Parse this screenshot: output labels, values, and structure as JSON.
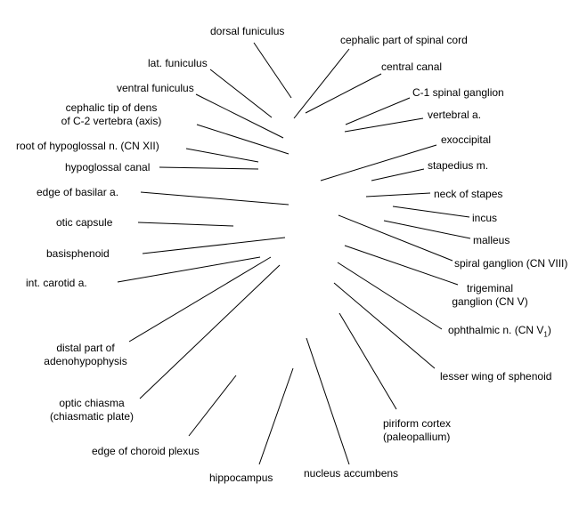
{
  "colors": {
    "background": "#ffffff",
    "line": "#000000",
    "text": "#000000"
  },
  "labels": {
    "dorsal_funiculus": "dorsal funiculus",
    "cephalic_part_spinal_cord": "cephalic part of spinal cord",
    "lat_funiculus": "lat. funiculus",
    "central_canal": "central canal",
    "ventral_funiculus": "ventral funiculus",
    "c1_spinal_ganglion": "C-1 spinal ganglion",
    "cephalic_tip_dens_line1": "cephalic tip of dens",
    "cephalic_tip_dens_line2": "of C-2 vertebra (axis)",
    "vertebral_a": "vertebral a.",
    "root_hypoglossal": "root of hypoglossal n. (CN XII)",
    "exoccipital": "exoccipital",
    "hypoglossal_canal": "hypoglossal canal",
    "stapedius_m": "stapedius m.",
    "edge_basilar_a": "edge of basilar a.",
    "neck_of_stapes": "neck of stapes",
    "otic_capsule": "otic capsule",
    "incus": "incus",
    "malleus": "malleus",
    "basisphenoid": "basisphenoid",
    "spiral_ganglion": "spiral ganglion (CN VIII)",
    "int_carotid_a": "int. carotid a.",
    "trigeminal_line1": "trigeminal",
    "trigeminal_line2": "ganglion (CN V)",
    "ophthalmic_n_main": "ophthalmic n. (CN V",
    "ophthalmic_n_sub": "1",
    "ophthalmic_n_end": ")",
    "distal_adeno_line1": "distal part of",
    "distal_adeno_line2": "adenohypophysis",
    "lesser_wing": "lesser wing of sphenoid",
    "optic_chiasma_line1": "optic chiasma",
    "optic_chiasma_line2": "(chiasmatic plate)",
    "piriform_line1": "piriform cortex",
    "piriform_line2": "(paleopallium)",
    "edge_choroid": "edge of choroid plexus",
    "hippocampus": "hippocampus",
    "nucleus_accumbens": "nucleus accumbens"
  }
}
